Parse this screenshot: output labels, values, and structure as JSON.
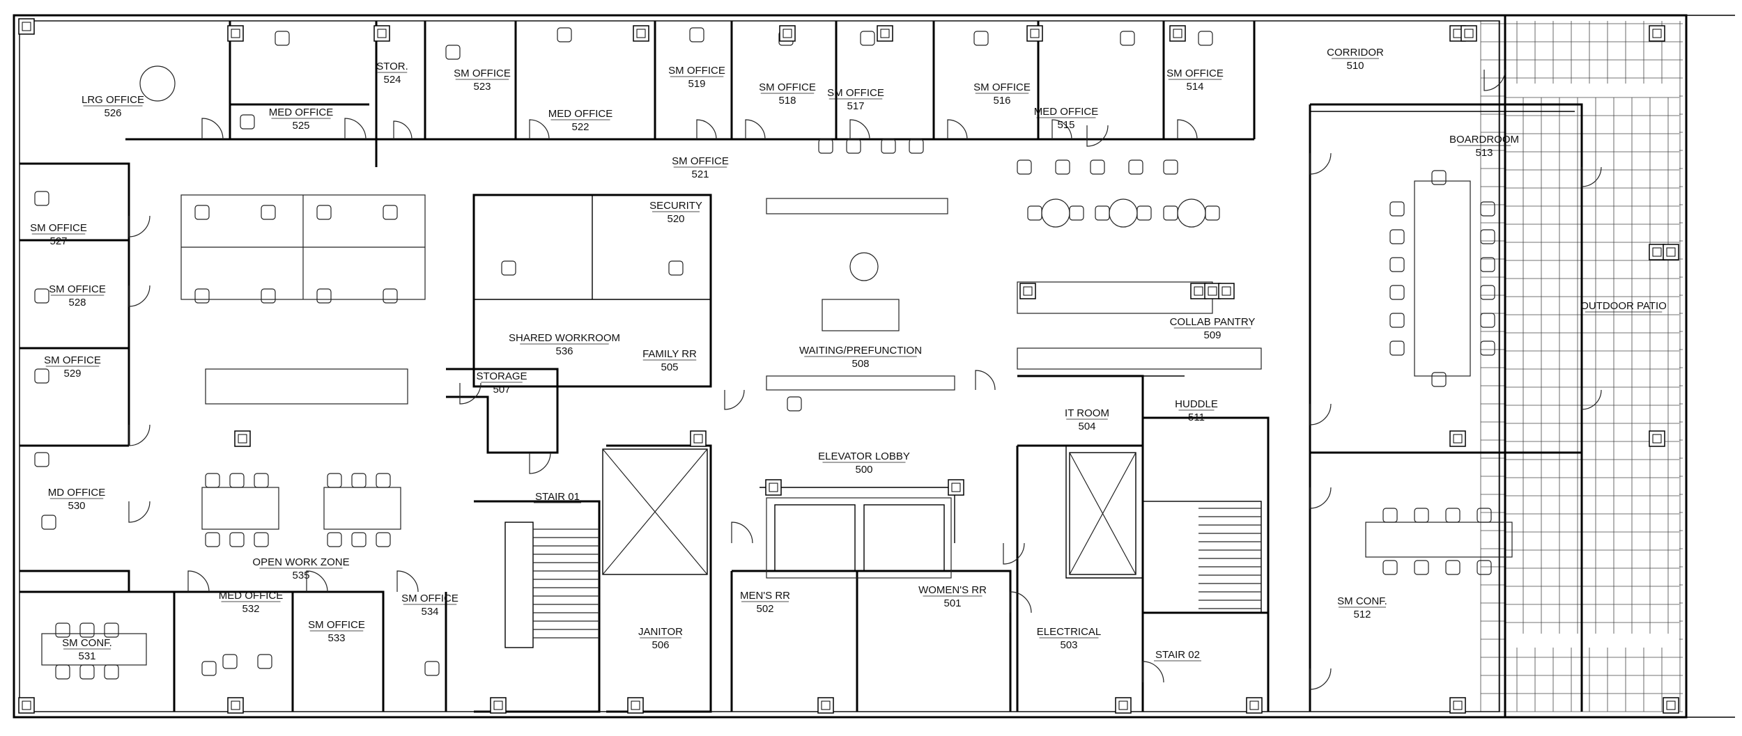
{
  "plan": {
    "rooms": [
      {
        "name": "LRG OFFICE",
        "number": "526"
      },
      {
        "name": "MED OFFICE",
        "number": "525"
      },
      {
        "name": "STOR.",
        "number": "524"
      },
      {
        "name": "SM OFFICE",
        "number": "523"
      },
      {
        "name": "MED OFFICE",
        "number": "522"
      },
      {
        "name": "SM OFFICE",
        "number": "519"
      },
      {
        "name": "SM OFFICE",
        "number": "518"
      },
      {
        "name": "SM OFFICE",
        "number": "517"
      },
      {
        "name": "SM OFFICE",
        "number": "516"
      },
      {
        "name": "MED OFFICE",
        "number": "515"
      },
      {
        "name": "SM OFFICE",
        "number": "514"
      },
      {
        "name": "CORRIDOR",
        "number": "510"
      },
      {
        "name": "BOARDROOM",
        "number": "513"
      },
      {
        "name": "SM OFFICE",
        "number": "521"
      },
      {
        "name": "SECURITY",
        "number": "520"
      },
      {
        "name": "SM OFFICE",
        "number": "527"
      },
      {
        "name": "SM OFFICE",
        "number": "528"
      },
      {
        "name": "SM OFFICE",
        "number": "529"
      },
      {
        "name": "SHARED WORKROOM",
        "number": "536"
      },
      {
        "name": "FAMILY RR",
        "number": "505"
      },
      {
        "name": "WAITING/PREFUNCTION",
        "number": "508"
      },
      {
        "name": "COLLAB PANTRY",
        "number": "509"
      },
      {
        "name": "OUTDOOR PATIO",
        "number": ""
      },
      {
        "name": "STORAGE",
        "number": "507"
      },
      {
        "name": "IT ROOM",
        "number": "504"
      },
      {
        "name": "HUDDLE",
        "number": "511"
      },
      {
        "name": "ELEVATOR LOBBY",
        "number": "500"
      },
      {
        "name": "MD OFFICE",
        "number": "530"
      },
      {
        "name": "STAIR 01",
        "number": ""
      },
      {
        "name": "OPEN WORK ZONE",
        "number": "535"
      },
      {
        "name": "MED OFFICE",
        "number": "532"
      },
      {
        "name": "SM OFFICE",
        "number": "533"
      },
      {
        "name": "SM OFFICE",
        "number": "534"
      },
      {
        "name": "SM CONF.",
        "number": "531"
      },
      {
        "name": "JANITOR",
        "number": "506"
      },
      {
        "name": "MEN'S RR",
        "number": "502"
      },
      {
        "name": "WOMEN'S RR",
        "number": "501"
      },
      {
        "name": "ELECTRICAL",
        "number": "503"
      },
      {
        "name": "STAIR 02",
        "number": ""
      },
      {
        "name": "SM CONF.",
        "number": "512"
      }
    ]
  }
}
